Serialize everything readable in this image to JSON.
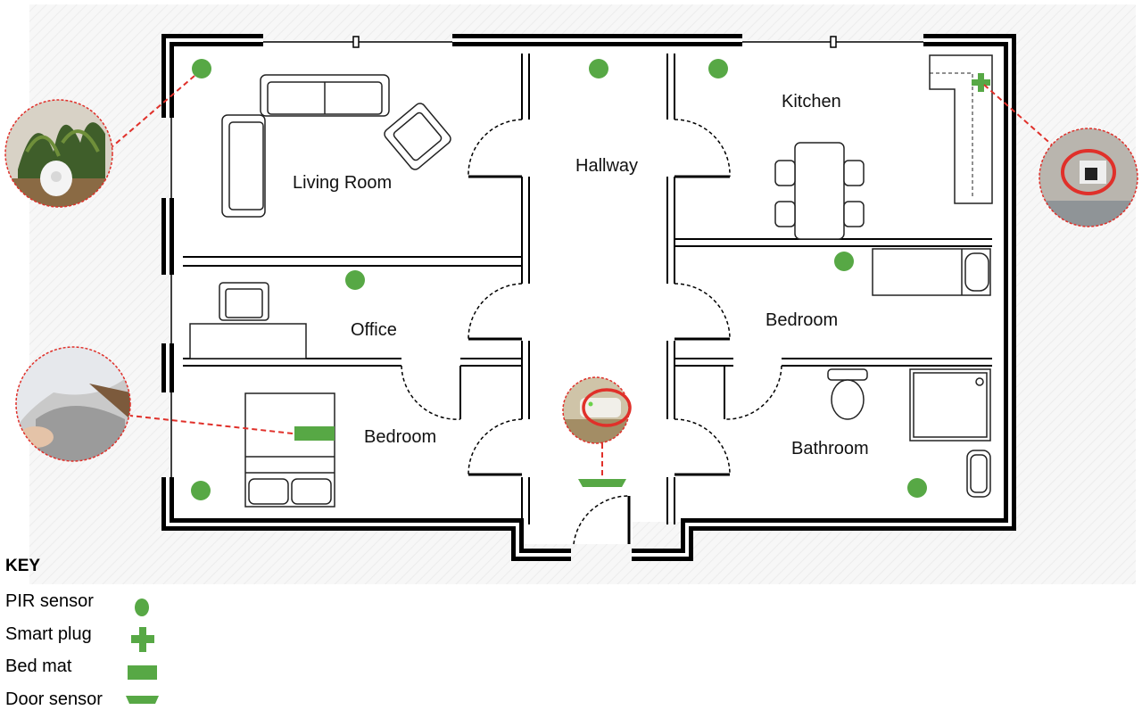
{
  "colors": {
    "sensor_green": "#57a845",
    "callout_red": "#e0302a",
    "wall": "#000000",
    "floor_hatch": "#f3f3f3"
  },
  "rooms": {
    "living_room": "Living Room",
    "hallway": "Hallway",
    "kitchen": "Kitchen",
    "office": "Office",
    "bedroom_left": "Bedroom",
    "bedroom_right": "Bedroom",
    "bathroom": "Bathroom"
  },
  "key": {
    "title": "KEY",
    "items": [
      {
        "label": "PIR sensor",
        "icon": "pir-sensor-icon"
      },
      {
        "label": "Smart plug",
        "icon": "smart-plug-icon"
      },
      {
        "label": "Bed mat",
        "icon": "bed-mat-icon"
      },
      {
        "label": "Door sensor",
        "icon": "door-sensor-icon"
      }
    ]
  },
  "callouts": [
    {
      "device": "PIR sensor",
      "depicts": "motion sensor next to a plant"
    },
    {
      "device": "Smart plug",
      "depicts": "wall socket with plug"
    },
    {
      "device": "Bed mat",
      "depicts": "mat under a mattress"
    },
    {
      "device": "Door sensor",
      "depicts": "sensor mounted on a door frame"
    }
  ]
}
